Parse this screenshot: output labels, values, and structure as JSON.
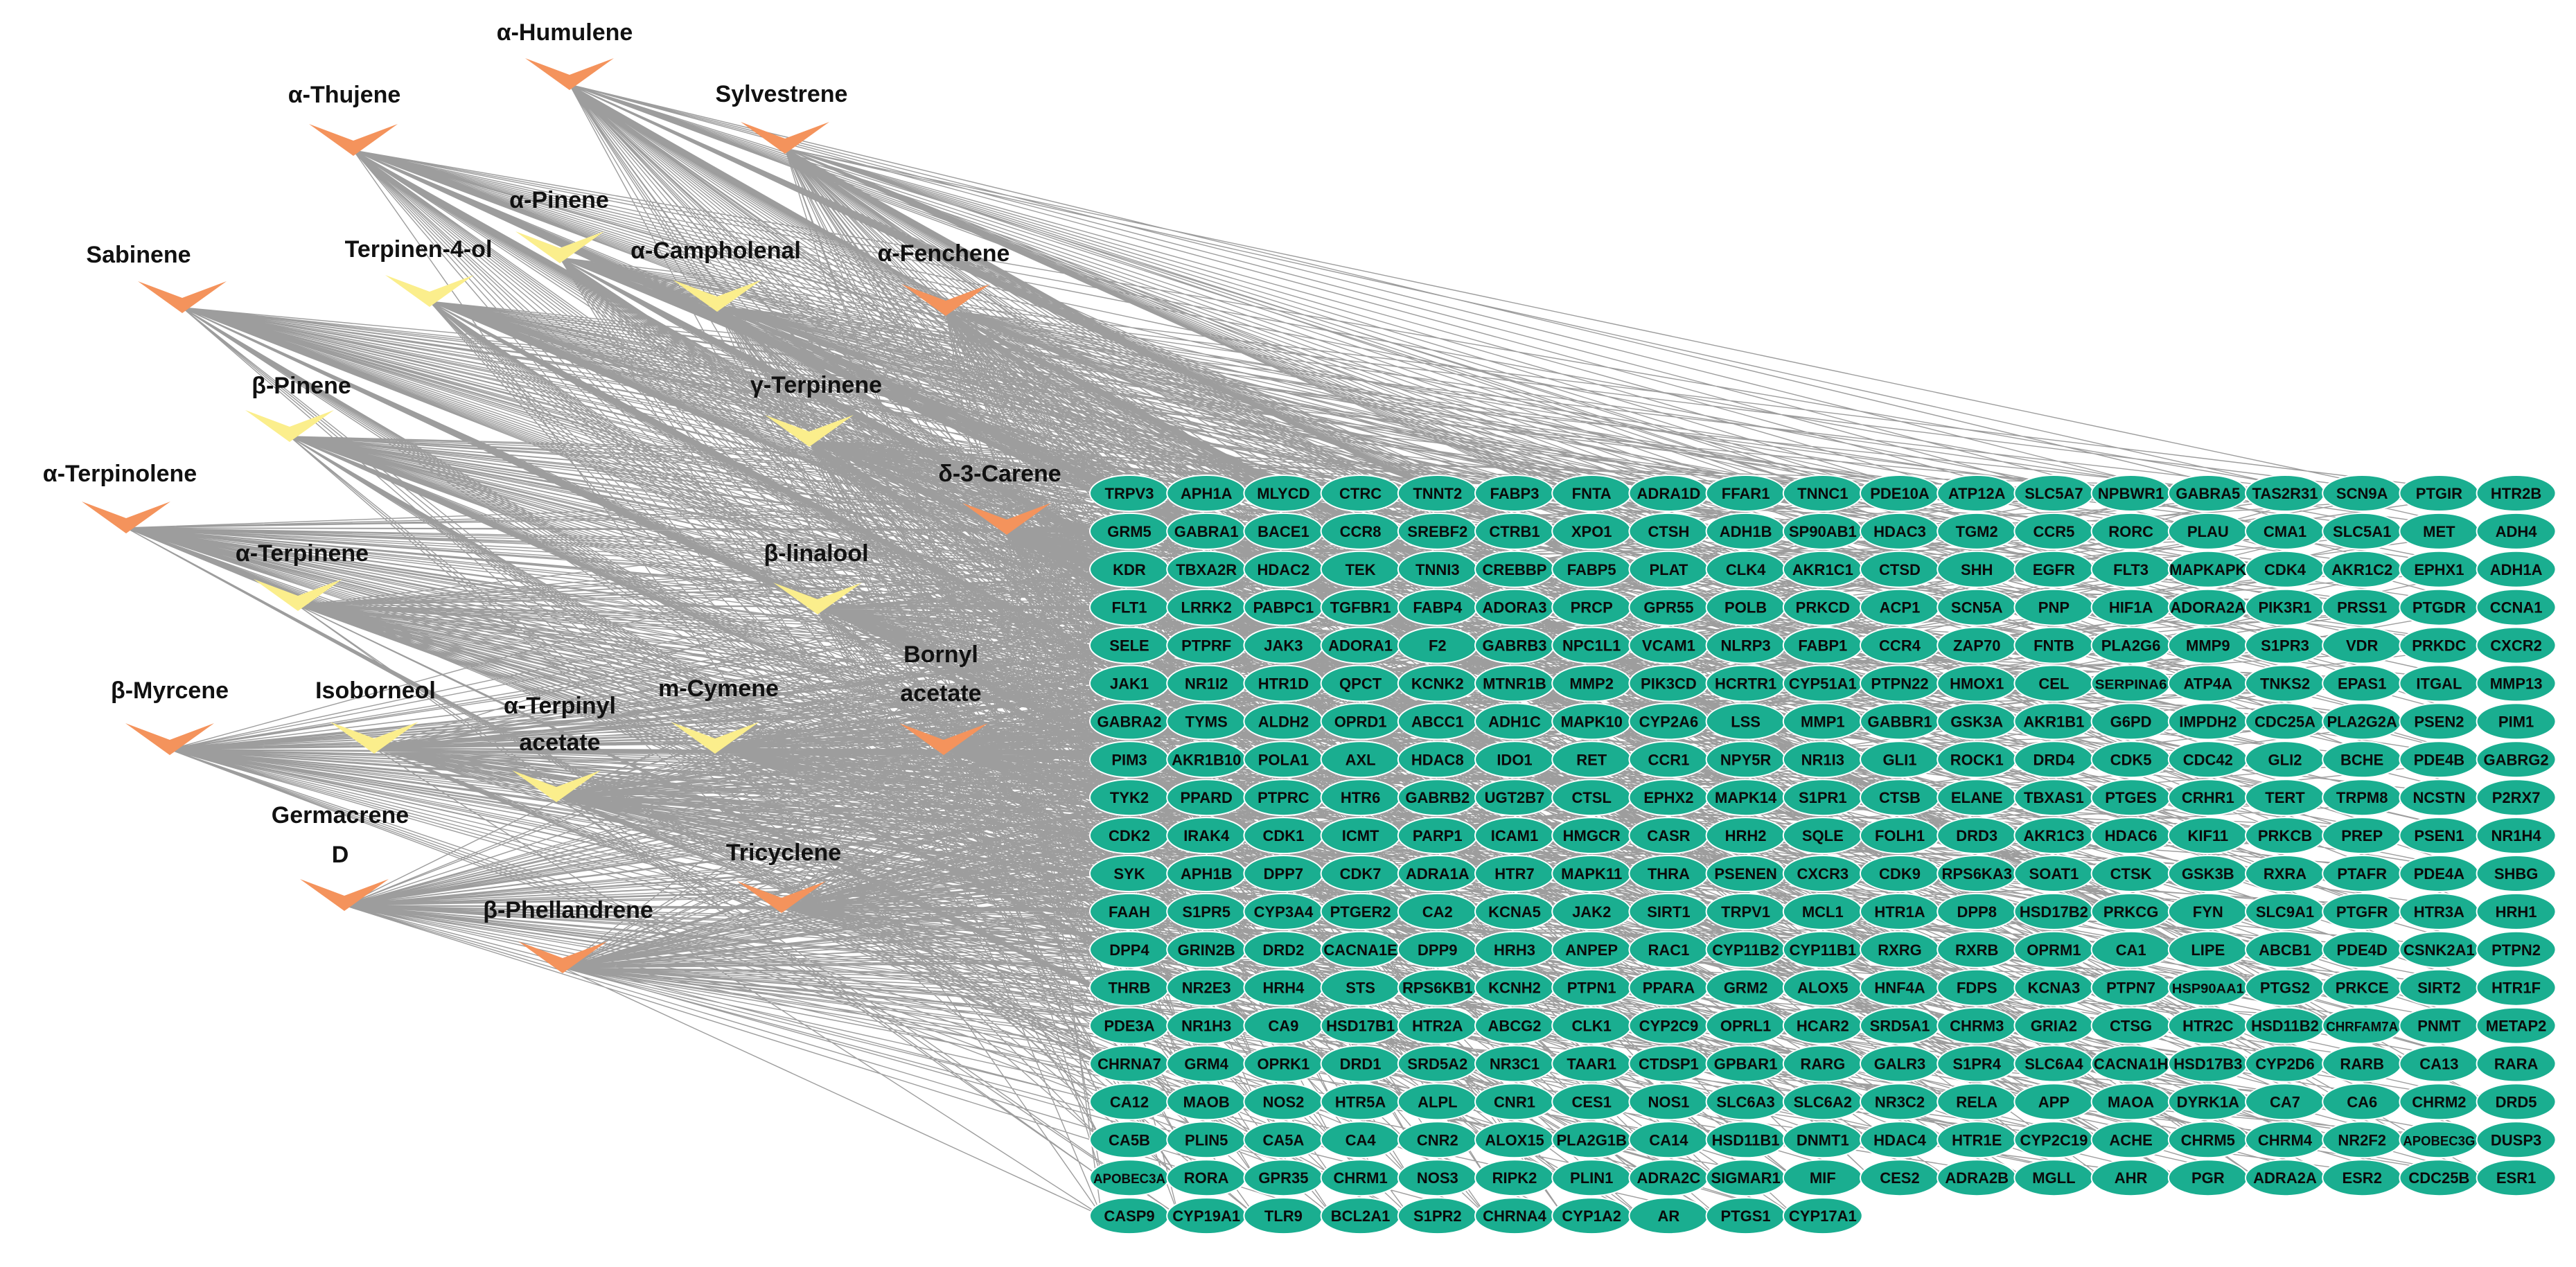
{
  "colors": {
    "edge": "#8c8c8c",
    "compound_orange": "#f4935c",
    "compound_yellow": "#fbee8c",
    "target_fill": "#1aae90",
    "target_stroke": "#ffffff",
    "label_text": "#111111"
  },
  "compounds": [
    {
      "name": "α-Humulene",
      "group": "orange"
    },
    {
      "name": "α-Thujene",
      "group": "orange"
    },
    {
      "name": "Sylvestrene",
      "group": "orange"
    },
    {
      "name": "α-Pinene",
      "group": "yellow"
    },
    {
      "name": "Sabinene",
      "group": "orange"
    },
    {
      "name": "Terpinen-4-ol",
      "group": "yellow"
    },
    {
      "name": "α-Campholenal",
      "group": "yellow"
    },
    {
      "name": "α-Fenchene",
      "group": "orange"
    },
    {
      "name": "β-Pinene",
      "group": "yellow"
    },
    {
      "name": "γ-Terpinene",
      "group": "yellow"
    },
    {
      "name": "α-Terpinolene",
      "group": "orange"
    },
    {
      "name": "δ-3-Carene",
      "group": "orange"
    },
    {
      "name": "α-Terpinene",
      "group": "yellow"
    },
    {
      "name": "β-linalool",
      "group": "yellow"
    },
    {
      "name": "Bornyl acetate",
      "group": "orange"
    },
    {
      "name": "β-Myrcene",
      "group": "orange"
    },
    {
      "name": "Isoborneol",
      "group": "yellow"
    },
    {
      "name": "α-Terpinyl acetate",
      "group": "yellow"
    },
    {
      "name": "m-Cymene",
      "group": "yellow"
    },
    {
      "name": "Germacrene D",
      "group": "orange"
    },
    {
      "name": "Tricyclene",
      "group": "orange"
    },
    {
      "name": "β-Phellandrene",
      "group": "orange"
    }
  ],
  "targets": [
    [
      "TRPV3",
      "APH1A",
      "MLYCD",
      "CTRC",
      "TNNT2",
      "FABP3",
      "FNTA",
      "ADRA1D",
      "FFAR1",
      "TNNC1",
      "PDE10A",
      "ATP12A",
      "SLC5A7",
      "NPBWR1",
      "GABRA5",
      "TAS2R31",
      "SCN9A",
      "PTGIR",
      "HTR2B"
    ],
    [
      "GRM5",
      "GABRA1",
      "BACE1",
      "CCR8",
      "SREBF2",
      "CTRB1",
      "XPO1",
      "CTSH",
      "ADH1B",
      "SP90AB1",
      "HDAC3",
      "TGM2",
      "CCR5",
      "RORC",
      "PLAU",
      "CMA1",
      "SLC5A1",
      "MET",
      "ADH4"
    ],
    [
      "KDR",
      "TBXA2R",
      "HDAC2",
      "TEK",
      "TNNI3",
      "CREBBP",
      "FABP5",
      "PLAT",
      "CLK4",
      "AKR1C1",
      "CTSD",
      "SHH",
      "EGFR",
      "FLT3",
      "MAPKAPK",
      "CDK4",
      "AKR1C2",
      "EPHX1",
      "ADH1A"
    ],
    [
      "FLT1",
      "LRRK2",
      "PABPC1",
      "TGFBR1",
      "FABP4",
      "ADORA3",
      "PRCP",
      "GPR55",
      "POLB",
      "PRKCD",
      "ACP1",
      "SCN5A",
      "PNP",
      "HIF1A",
      "ADORA2A",
      "PIK3R1",
      "PRSS1",
      "PTGDR",
      "CCNA1"
    ],
    [
      "SELE",
      "PTPRF",
      "JAK3",
      "ADORA1",
      "F2",
      "GABRB3",
      "NPC1L1",
      "VCAM1",
      "NLRP3",
      "FABP1",
      "CCR4",
      "ZAP70",
      "FNTB",
      "PLA2G6",
      "MMP9",
      "S1PR3",
      "VDR",
      "PRKDC",
      "CXCR2"
    ],
    [
      "JAK1",
      "NR1I2",
      "HTR1D",
      "QPCT",
      "KCNK2",
      "MTNR1B",
      "MMP2",
      "PIK3CD",
      "HCRTR1",
      "CYP51A1",
      "PTPN22",
      "HMOX1",
      "CEL",
      "SERPINA6",
      "ATP4A",
      "TNKS2",
      "EPAS1",
      "ITGAL",
      "MMP13"
    ],
    [
      "GABRA2",
      "TYMS",
      "ALDH2",
      "OPRD1",
      "ABCC1",
      "ADH1C",
      "MAPK10",
      "CYP2A6",
      "LSS",
      "MMP1",
      "GABBR1",
      "GSK3A",
      "AKR1B1",
      "G6PD",
      "IMPDH2",
      "CDC25A",
      "PLA2G2A",
      "PSEN2",
      "PIM1"
    ],
    [
      "PIM3",
      "AKR1B10",
      "POLA1",
      "AXL",
      "HDAC8",
      "IDO1",
      "RET",
      "CCR1",
      "NPY5R",
      "NR1I3",
      "GLI1",
      "ROCK1",
      "DRD4",
      "CDK5",
      "CDC42",
      "GLI2",
      "BCHE",
      "PDE4B",
      "GABRG2"
    ],
    [
      "TYK2",
      "PPARD",
      "PTPRC",
      "HTR6",
      "GABRB2",
      "UGT2B7",
      "CTSL",
      "EPHX2",
      "MAPK14",
      "S1PR1",
      "CTSB",
      "ELANE",
      "TBXAS1",
      "PTGES",
      "CRHR1",
      "TERT",
      "TRPM8",
      "NCSTN",
      "P2RX7"
    ],
    [
      "CDK2",
      "IRAK4",
      "CDK1",
      "ICMT",
      "PARP1",
      "ICAM1",
      "HMGCR",
      "CASR",
      "HRH2",
      "SQLE",
      "FOLH1",
      "DRD3",
      "AKR1C3",
      "HDAC6",
      "KIF11",
      "PRKCB",
      "PREP",
      "PSEN1",
      "NR1H4"
    ],
    [
      "SYK",
      "APH1B",
      "DPP7",
      "CDK7",
      "ADRA1A",
      "HTR7",
      "MAPK11",
      "THRA",
      "PSENEN",
      "CXCR3",
      "CDK9",
      "RPS6KA3",
      "SOAT1",
      "CTSK",
      "GSK3B",
      "RXRA",
      "PTAFR",
      "PDE4A",
      "SHBG"
    ],
    [
      "FAAH",
      "S1PR5",
      "CYP3A4",
      "PTGER2",
      "CA2",
      "KCNA5",
      "JAK2",
      "SIRT1",
      "TRPV1",
      "MCL1",
      "HTR1A",
      "DPP8",
      "HSD17B2",
      "PRKCG",
      "FYN",
      "SLC9A1",
      "PTGFR",
      "HTR3A",
      "HRH1"
    ],
    [
      "DPP4",
      "GRIN2B",
      "DRD2",
      "CACNA1E",
      "DPP9",
      "HRH3",
      "ANPEP",
      "RAC1",
      "CYP11B2",
      "CYP11B1",
      "RXRG",
      "RXRB",
      "OPRM1",
      "CA1",
      "LIPE",
      "ABCB1",
      "PDE4D",
      "CSNK2A1",
      "PTPN2"
    ],
    [
      "THRB",
      "NR2E3",
      "HRH4",
      "STS",
      "RPS6KB1",
      "KCNH2",
      "PTPN1",
      "PPARA",
      "GRM2",
      "ALOX5",
      "HNF4A",
      "FDPS",
      "KCNA3",
      "PTPN7",
      "HSP90AA1",
      "PTGS2",
      "PRKCE",
      "SIRT2",
      "HTR1F"
    ],
    [
      "PDE3A",
      "NR1H3",
      "CA9",
      "HSD17B1",
      "HTR2A",
      "ABCG2",
      "CLK1",
      "CYP2C9",
      "OPRL1",
      "HCAR2",
      "SRD5A1",
      "CHRM3",
      "GRIA2",
      "CTSG",
      "HTR2C",
      "HSD11B2",
      "CHRFAM7A",
      "PNMT",
      "METAP2"
    ],
    [
      "CHRNA7",
      "GRM4",
      "OPRK1",
      "DRD1",
      "SRD5A2",
      "NR3C1",
      "TAAR1",
      "CTDSP1",
      "GPBAR1",
      "RARG",
      "GALR3",
      "S1PR4",
      "SLC6A4",
      "CACNA1H",
      "HSD17B3",
      "CYP2D6",
      "RARB",
      "CA13",
      "RARA"
    ],
    [
      "CA12",
      "MAOB",
      "NOS2",
      "HTR5A",
      "ALPL",
      "CNR1",
      "CES1",
      "NOS1",
      "SLC6A3",
      "SLC6A2",
      "NR3C2",
      "RELA",
      "APP",
      "MAOA",
      "DYRK1A",
      "CA7",
      "CA6",
      "CHRM2",
      "DRD5"
    ],
    [
      "CA5B",
      "PLIN5",
      "CA5A",
      "CA4",
      "CNR2",
      "ALOX15",
      "PLA2G1B",
      "CA14",
      "HSD11B1",
      "DNMT1",
      "HDAC4",
      "HTR1E",
      "CYP2C19",
      "ACHE",
      "CHRM5",
      "CHRM4",
      "NR2F2",
      "APOBEC3G",
      "DUSP3"
    ],
    [
      "APOBEC3A",
      "RORA",
      "GPR35",
      "CHRM1",
      "NOS3",
      "RIPK2",
      "PLIN1",
      "ADRA2C",
      "SIGMAR1",
      "MIF",
      "CES2",
      "ADRA2B",
      "MGLL",
      "AHR",
      "PGR",
      "ADRA2A",
      "ESR2",
      "CDC25B",
      "ESR1"
    ],
    [
      "CASP9",
      "CYP19A1",
      "TLR9",
      "BCL2A1",
      "S1PR2",
      "CHRNA4",
      "CYP1A2",
      "AR",
      "PTGS1",
      "CYP17A1"
    ]
  ]
}
